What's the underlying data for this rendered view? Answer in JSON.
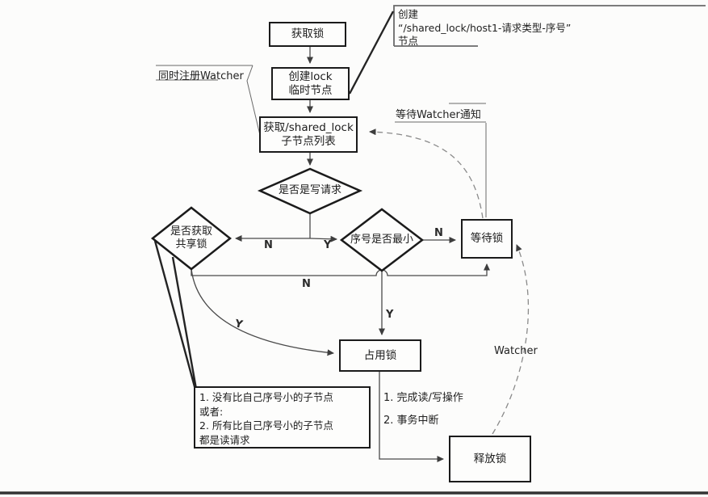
{
  "figure": {
    "nodes": {
      "start": {
        "label": "获取锁"
      },
      "create_lock": {
        "line1": "创建lock",
        "line2": "临时节点"
      },
      "get_children": {
        "line1": "获取/shared_lock",
        "line2": "子节点列表"
      },
      "is_write": {
        "label": "是否是写请求"
      },
      "got_shared": {
        "line1": "是否获取",
        "line2": "共享锁"
      },
      "is_smallest": {
        "label": "序号是否最小"
      },
      "wait_lock": {
        "label": "等待锁"
      },
      "occupy_lock": {
        "label": "占用锁"
      },
      "release_lock": {
        "label": "释放锁"
      }
    },
    "edge_labels": {
      "write_no": "N",
      "write_yes": "Y",
      "smallest_no": "N",
      "shared_no": "N",
      "smallest_yes": "Y",
      "shared_yes": "Y"
    },
    "callouts": {
      "create_path": {
        "line1": "创建",
        "line2": "“/shared_lock/host1-请求类型-序号”",
        "line3": "节点"
      },
      "register_watcher": "同时注册Watcher",
      "wait_notify": "等待Watcher通知",
      "watcher": "Watcher",
      "shared_note": {
        "line1": "1. 没有比自己序号小的子节点",
        "line2": "或者:",
        "line3": "2. 所有比自己序号小的子节点",
        "line4": "都是读请求"
      },
      "occupy_steps": {
        "line1": "1. 完成读/写操作",
        "line2": "2. 事务中断"
      }
    },
    "colors": {
      "line": "#4a4a4a",
      "dashed": "#8a8a8a",
      "border": "#1b1b1b",
      "text": "#1c1c1c"
    }
  }
}
